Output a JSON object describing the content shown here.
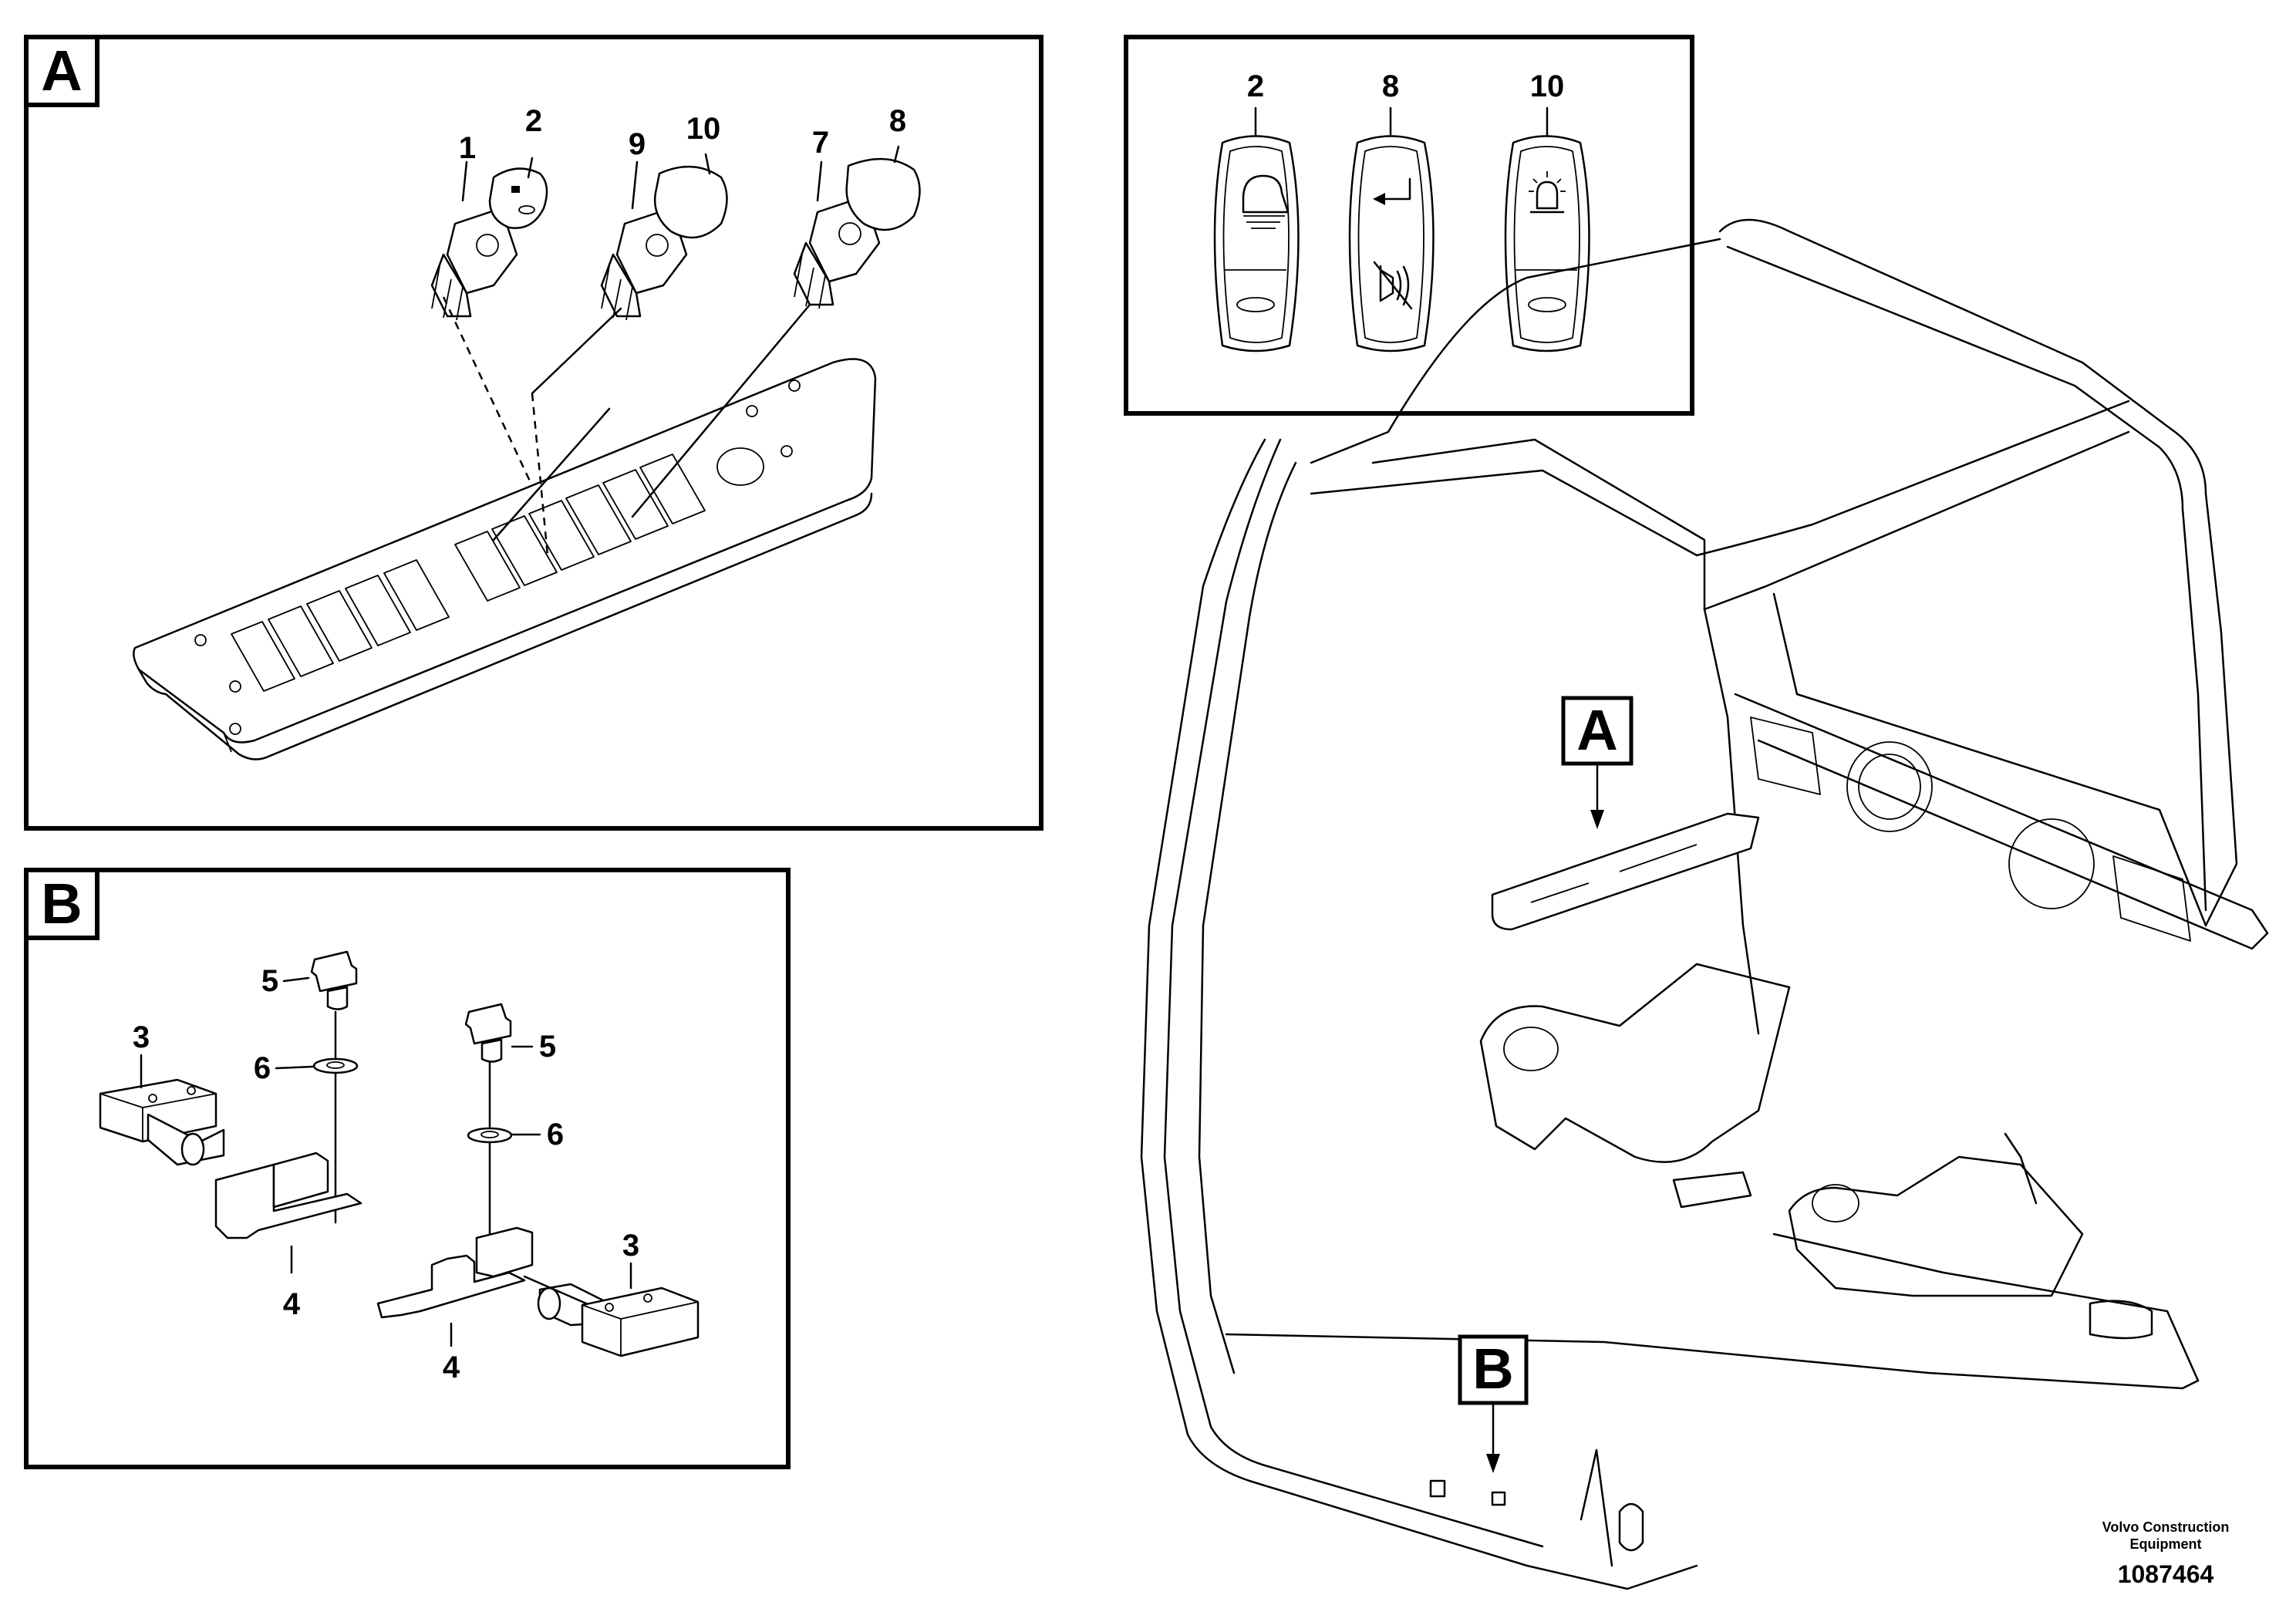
{
  "panels": {
    "a": {
      "letter": "A"
    },
    "b": {
      "letter": "B"
    }
  },
  "callouts_a": [
    "1",
    "2",
    "9",
    "10",
    "7",
    "8"
  ],
  "callouts_b": [
    "5",
    "6",
    "3",
    "4",
    "5",
    "6",
    "3",
    "4"
  ],
  "legend": {
    "labels": [
      "2",
      "8",
      "10"
    ],
    "icons": [
      "work-light-icon",
      "return-arrow-icon",
      "horn-off-icon",
      "beacon-icon"
    ]
  },
  "overview": {
    "marker_a": "A",
    "marker_b": "B"
  },
  "footer": {
    "brand_line1": "Volvo Construction",
    "brand_line2": "Equipment",
    "doc_number": "1087464"
  }
}
